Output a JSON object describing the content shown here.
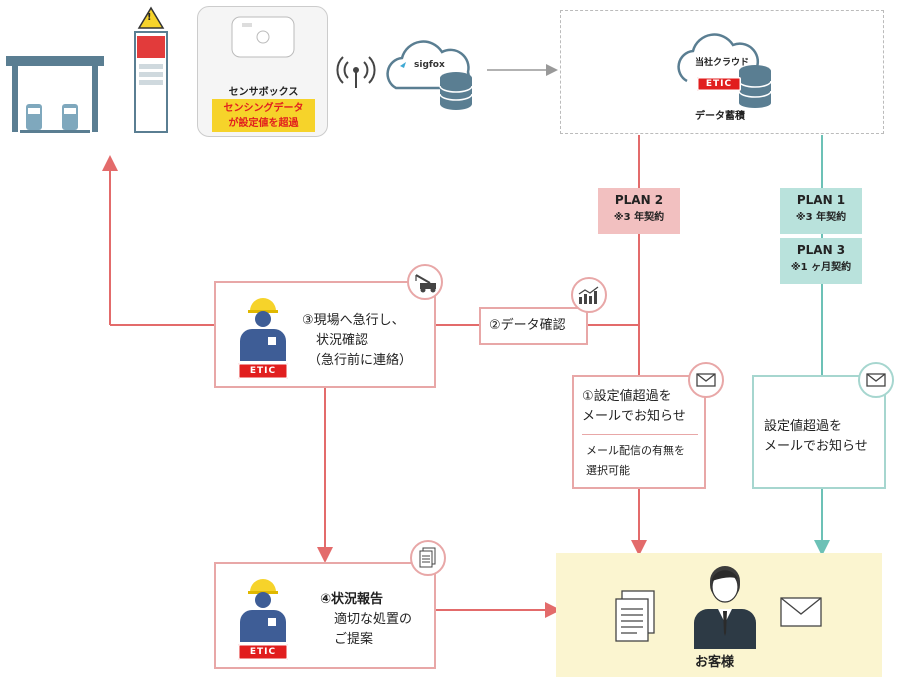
{
  "sensor": {
    "name": "センサボックス",
    "alert_line1": "センシングデータ",
    "alert_line2": "が設定値を超過",
    "warning_icon": "!"
  },
  "sigfox": {
    "label": "sigfox"
  },
  "cloud": {
    "name": "当社クラウド",
    "caption": "データ蓄積",
    "logo": "ETIC"
  },
  "plans": {
    "plan2": {
      "title": "PLAN 2",
      "note": "※3 年契約"
    },
    "plan1": {
      "title": "PLAN 1",
      "note": "※3 年契約"
    },
    "plan3": {
      "title": "PLAN 3",
      "note": "※1 ヶ月契約"
    }
  },
  "steps": {
    "step3": {
      "line1": "③現場へ急行し、",
      "line2": "状況確認",
      "line3": "（急行前に連絡）"
    },
    "step2": {
      "label": "②データ確認"
    },
    "step1": {
      "line1": "①設定値超過を",
      "line2": "メールでお知らせ",
      "sub1": "メール配信の有無を",
      "sub2": "選択可能"
    },
    "teal_notice": {
      "line1": "設定値超過を",
      "line2": "メールでお知らせ"
    },
    "step4": {
      "line1": "④状況報告",
      "line2": "適切な処置の",
      "line3": "ご提案"
    }
  },
  "etic_logo": "ETIC",
  "customer": {
    "label": "お客様"
  },
  "colors": {
    "pink": "#e36b6b",
    "pink_light": "#e8a7a7",
    "teal": "#6cc1b6",
    "teal_light": "#a6d6cf",
    "cream": "#fbf5d0",
    "red": "#e11e1e"
  }
}
